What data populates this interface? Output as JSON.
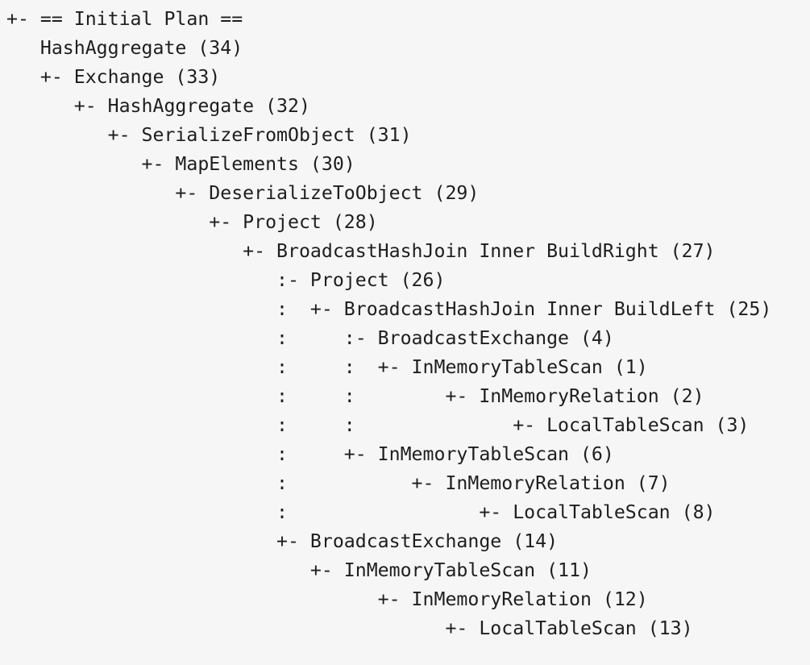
{
  "plan": {
    "lines": [
      "+- == Initial Plan ==",
      "   HashAggregate (34)",
      "   +- Exchange (33)",
      "      +- HashAggregate (32)",
      "         +- SerializeFromObject (31)",
      "            +- MapElements (30)",
      "               +- DeserializeToObject (29)",
      "                  +- Project (28)",
      "                     +- BroadcastHashJoin Inner BuildRight (27)",
      "                        :- Project (26)",
      "                        :  +- BroadcastHashJoin Inner BuildLeft (25)",
      "                        :     :- BroadcastExchange (4)",
      "                        :     :  +- InMemoryTableScan (1)",
      "                        :     :        +- InMemoryRelation (2)",
      "                        :     :              +- LocalTableScan (3)",
      "                        :     +- InMemoryTableScan (6)",
      "                        :           +- InMemoryRelation (7)",
      "                        :                 +- LocalTableScan (8)",
      "                        +- BroadcastExchange (14)",
      "                           +- InMemoryTableScan (11)",
      "                                 +- InMemoryRelation (12)",
      "                                       +- LocalTableScan (13)"
    ]
  }
}
